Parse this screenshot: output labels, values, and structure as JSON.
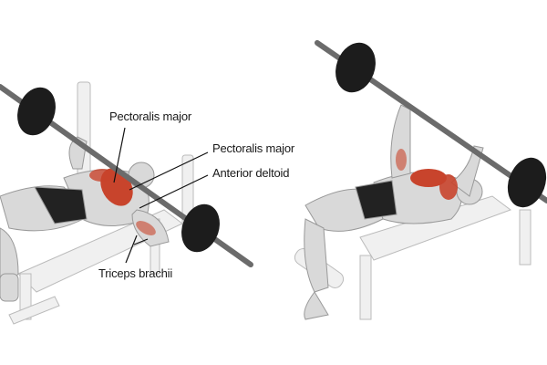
{
  "labels": {
    "pectoralis_major_1": "Pectoralis major",
    "pectoralis_major_2": "Pectoralis major",
    "anterior_deltoid": "Anterior deltoid",
    "triceps_brachii": "Triceps brachii"
  },
  "colors": {
    "muscle_highlight": "#c8442c",
    "body": "#d9d9d9",
    "barbell_plate": "#1c1c1c",
    "bar": "#6b6b6b",
    "bench": "#eeeeee"
  }
}
